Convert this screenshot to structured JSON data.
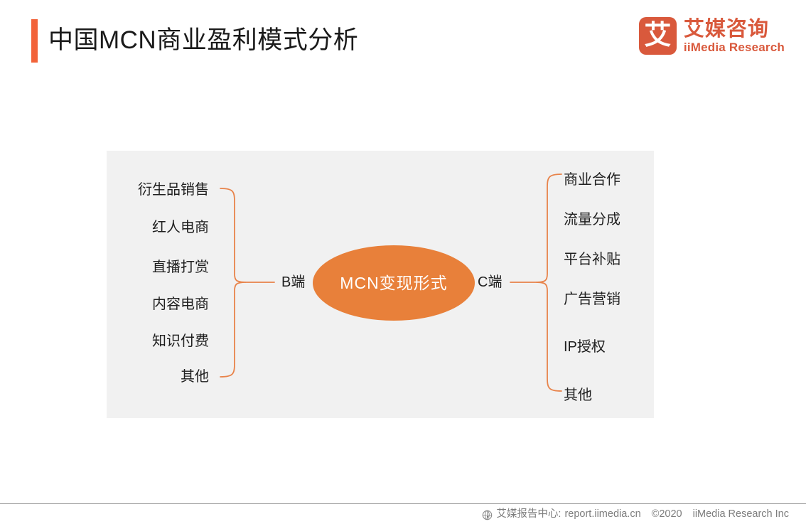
{
  "header": {
    "title": "中国MCN商业盈利模式分析",
    "accent_color": "#f2633a",
    "logo": {
      "mark_glyph": "艾",
      "name_cn": "艾媒咨询",
      "name_en": "iiMedia Research",
      "color": "#d9593c"
    }
  },
  "diagram": {
    "panel_background": "#f1f1f1",
    "brace_color": "#e8834a",
    "center": {
      "label": "MCN变现形式",
      "fill_color": "#e8803a",
      "text_color": "#ffffff"
    },
    "left": {
      "tag": "B端",
      "items": [
        {
          "label": "衍生品销售"
        },
        {
          "label": "红人电商"
        },
        {
          "label": "直播打赏"
        },
        {
          "label": "内容电商"
        },
        {
          "label": "知识付费"
        },
        {
          "label": "其他"
        }
      ]
    },
    "right": {
      "tag": "C端",
      "items": [
        {
          "label": "商业合作"
        },
        {
          "label": "流量分成"
        },
        {
          "label": "平台补贴"
        },
        {
          "label": "广告营销"
        },
        {
          "label": "IP授权"
        },
        {
          "label": "其他"
        }
      ]
    }
  },
  "footer": {
    "icon": "globe-icon",
    "source_label": "艾媒报告中心:",
    "url": "report.iimedia.cn",
    "copyright": "©2020",
    "company": "iiMedia Research Inc"
  }
}
